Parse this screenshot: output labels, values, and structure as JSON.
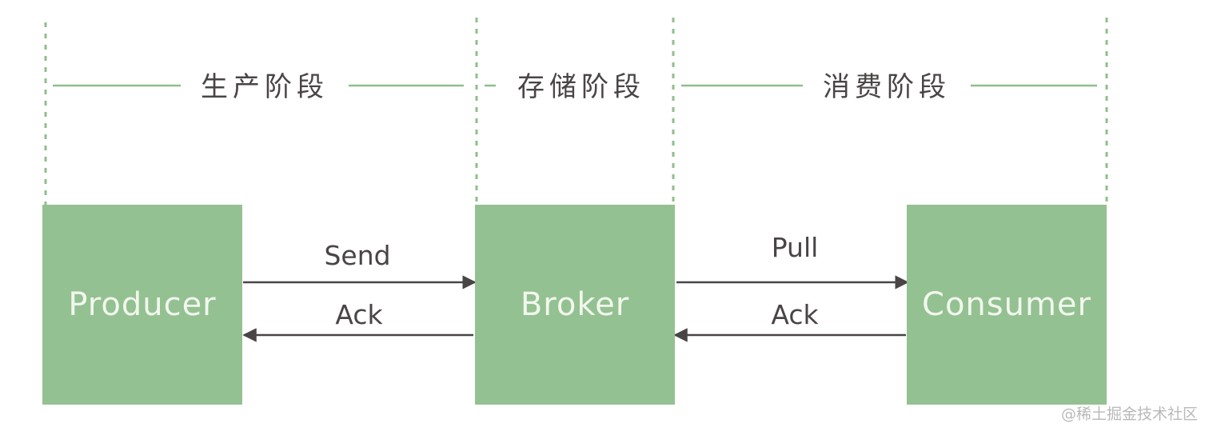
{
  "stages": [
    {
      "label": "生产阶段"
    },
    {
      "label": "存储阶段"
    },
    {
      "label": "消费阶段"
    }
  ],
  "nodes": [
    {
      "label": "Producer"
    },
    {
      "label": "Broker"
    },
    {
      "label": "Consumer"
    }
  ],
  "edges": [
    {
      "label": "Send",
      "from": "Producer",
      "to": "Broker"
    },
    {
      "label": "Ack",
      "from": "Broker",
      "to": "Producer"
    },
    {
      "label": "Pull",
      "from": "Broker",
      "to": "Consumer"
    },
    {
      "label": "Ack",
      "from": "Consumer",
      "to": "Broker"
    }
  ],
  "colors": {
    "box_fill": "#94c191",
    "box_text": "#f2f7ee",
    "guide_line": "#8fbf8c",
    "arrow": "#4a4545"
  },
  "watermark": "@稀土掘金技术社区"
}
